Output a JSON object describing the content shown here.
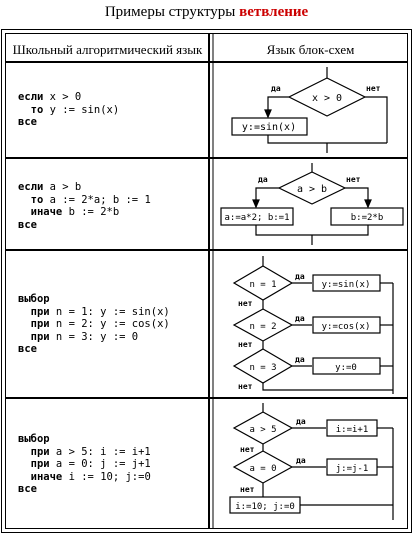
{
  "title": {
    "prefix": "Примеры структуры",
    "accent": "ветвление"
  },
  "headers": {
    "left": "Школьный алгоритмический язык",
    "right": "Язык блок-схем"
  },
  "rows": [
    {
      "code": [
        [
          {
            "t": "если",
            "k": 1
          },
          {
            "t": " x > 0"
          }
        ],
        [
          {
            "t": "  то",
            "k": 1
          },
          {
            "t": " y := sin(x)"
          }
        ],
        [
          {
            "t": "все",
            "k": 1
          }
        ]
      ],
      "flow": {
        "cond": "x > 0",
        "yes": "да",
        "no": "нет",
        "action": "y:=sin(x)"
      }
    },
    {
      "code": [
        [
          {
            "t": "если",
            "k": 1
          },
          {
            "t": " a > b"
          }
        ],
        [
          {
            "t": "  то",
            "k": 1
          },
          {
            "t": " a := 2*a; b := 1"
          }
        ],
        [
          {
            "t": "  иначе",
            "k": 1
          },
          {
            "t": " b := 2*b"
          }
        ],
        [
          {
            "t": "все",
            "k": 1
          }
        ]
      ],
      "flow": {
        "cond": "a > b",
        "yes": "да",
        "no": "нет",
        "action_yes": "a:=a*2; b:=1",
        "action_no": "b:=2*b"
      }
    },
    {
      "code": [
        [
          {
            "t": "выбор",
            "k": 1
          }
        ],
        [
          {
            "t": "  при",
            "k": 1
          },
          {
            "t": " n = 1: y := sin(x)"
          }
        ],
        [
          {
            "t": "  при",
            "k": 1
          },
          {
            "t": " n = 2: y := cos(x)"
          }
        ],
        [
          {
            "t": "  при",
            "k": 1
          },
          {
            "t": " n = 3: y := 0"
          }
        ],
        [
          {
            "t": "все",
            "k": 1
          }
        ]
      ],
      "flow": {
        "yes": "да",
        "no": "нет",
        "cases": [
          {
            "cond": "n = 1",
            "action": "y:=sin(x)"
          },
          {
            "cond": "n = 2",
            "action": "y:=cos(x)"
          },
          {
            "cond": "n = 3",
            "action": "y:=0"
          }
        ]
      }
    },
    {
      "code": [
        [
          {
            "t": "выбор",
            "k": 1
          }
        ],
        [
          {
            "t": "  при",
            "k": 1
          },
          {
            "t": " a > 5: i := i+1"
          }
        ],
        [
          {
            "t": "  при",
            "k": 1
          },
          {
            "t": " a = 0: j := j+1"
          }
        ],
        [
          {
            "t": "  иначе",
            "k": 1
          },
          {
            "t": " i := 10; j:=0"
          }
        ],
        [
          {
            "t": "все",
            "k": 1
          }
        ]
      ],
      "flow": {
        "yes": "да",
        "no": "нет",
        "cases": [
          {
            "cond": "a > 5",
            "action": "i:=i+1"
          },
          {
            "cond": "a = 0",
            "action": "j:=j-1"
          }
        ],
        "else_action": "i:=10; j:=0"
      }
    }
  ]
}
